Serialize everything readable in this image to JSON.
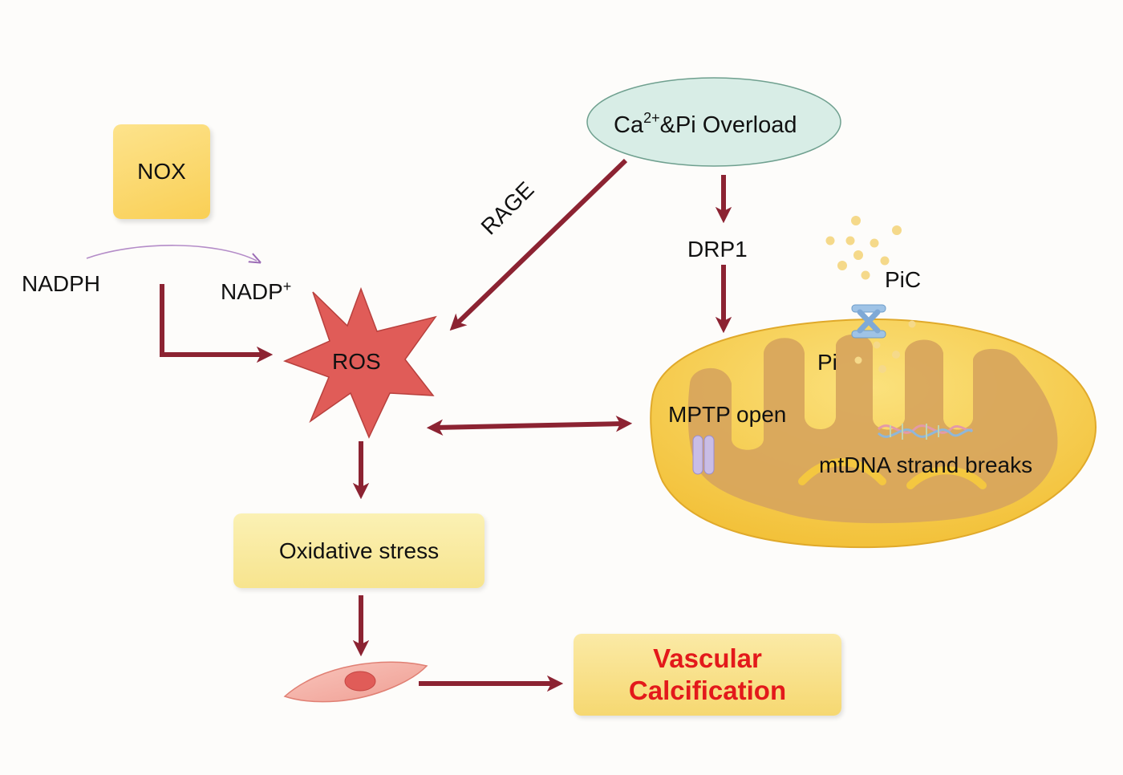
{
  "nodes": {
    "nox": "NOX",
    "nadph": "NADPH",
    "nadp": "NADP",
    "nadp_charge": "+",
    "ros": "ROS",
    "ca_prefix": "Ca",
    "ca_charge": "2+",
    "ca_suffix": "&Pi Overload",
    "rage": "RAGE",
    "drp1": "DRP1",
    "pic": "PiC",
    "pi": "Pi",
    "mptp": "MPTP open",
    "mtdna": "mtDNA strand breaks",
    "oxidative_stress": "Oxidative stress",
    "vascular": "Vascular",
    "calcification": "Calcification"
  },
  "colors": {
    "arrow": "#8c2332",
    "ros_fill": "#e05c58",
    "ros_stroke": "#b8403d",
    "ellipse_fill": "#d8ede6",
    "ellipse_stroke": "#6fa08f",
    "mito_outer": "#f4c740",
    "mito_inner": "#d7a55c",
    "highlight_text": "#e3191b",
    "nox_box": "#f9cf55",
    "stress_box": "#f8e9a0",
    "cell_body": "#f4aba1",
    "nucleus": "#e05c58"
  },
  "icons": [
    "pic-transporter-icon",
    "mptp-channel-icon",
    "dna-helix-icon",
    "smooth-muscle-cell-icon",
    "phosphate-dots-icon"
  ]
}
